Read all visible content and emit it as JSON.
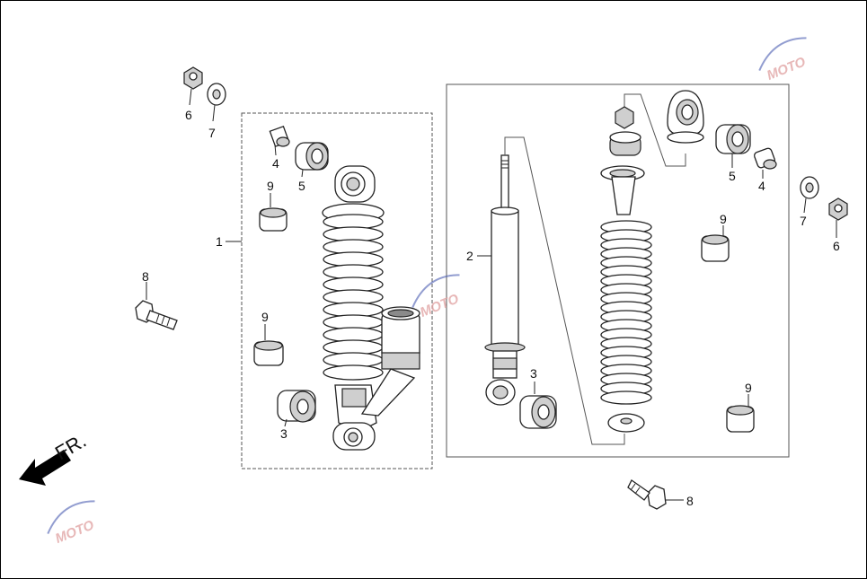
{
  "direction_label": "FR.",
  "watermark_text": "MOTO",
  "callouts": {
    "left_group": [
      {
        "id": "c6a",
        "text": "6"
      },
      {
        "id": "c7a",
        "text": "7"
      },
      {
        "id": "c4a",
        "text": "4"
      },
      {
        "id": "c5a",
        "text": "5"
      },
      {
        "id": "c9a",
        "text": "9"
      },
      {
        "id": "c1",
        "text": "1"
      },
      {
        "id": "c8a",
        "text": "8"
      },
      {
        "id": "c9b",
        "text": "9"
      },
      {
        "id": "c3a",
        "text": "3"
      }
    ],
    "right_group": [
      {
        "id": "c2",
        "text": "2"
      },
      {
        "id": "c3b",
        "text": "3"
      },
      {
        "id": "c5b",
        "text": "5"
      },
      {
        "id": "c4b",
        "text": "4"
      },
      {
        "id": "c7b",
        "text": "7"
      },
      {
        "id": "c6b",
        "text": "6"
      },
      {
        "id": "c9c",
        "text": "9"
      },
      {
        "id": "c9d",
        "text": "9"
      },
      {
        "id": "c8b",
        "text": "8"
      }
    ]
  },
  "colors": {
    "line": "#222222",
    "shade": "#cfcfcf",
    "watermark": "#e0a0a0",
    "watermark_blue": "#4a5bb0"
  }
}
